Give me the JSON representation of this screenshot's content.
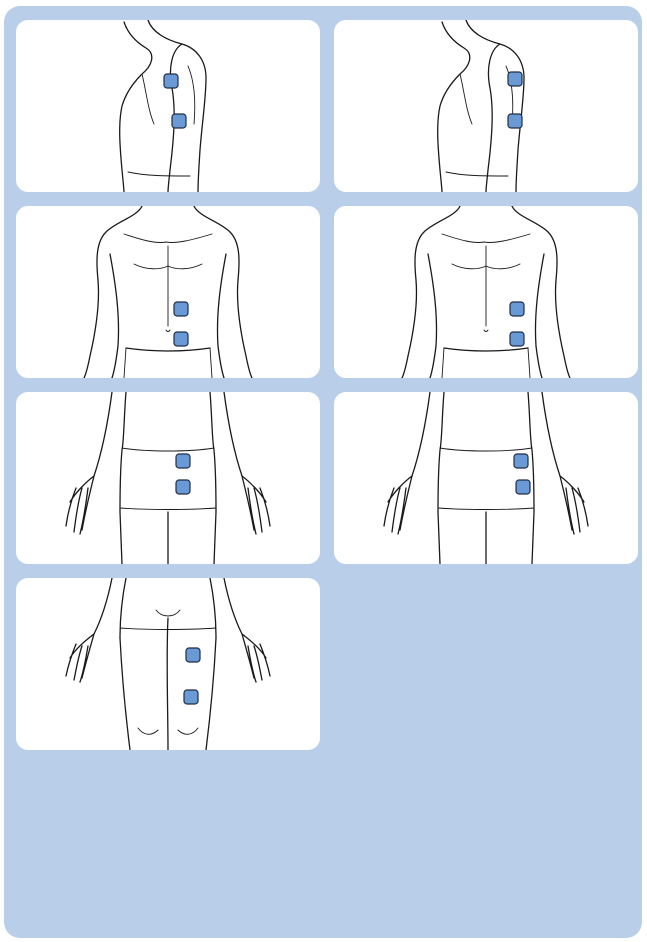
{
  "colors": {
    "background": "#b9cfe9",
    "panel": "#ffffff",
    "electrode_fill": "#6a9ad6",
    "electrode_stroke": "#1f2d44",
    "outline": "#1a1a1a"
  },
  "panels": [
    {
      "view": "upper-arm-side-front",
      "electrodes": 2
    },
    {
      "view": "upper-arm-side-back",
      "electrodes": 2
    },
    {
      "view": "abdomen-left",
      "electrodes": 2
    },
    {
      "view": "abdomen-right",
      "electrodes": 2
    },
    {
      "view": "hip-left",
      "electrodes": 2
    },
    {
      "view": "hip-right",
      "electrodes": 2
    },
    {
      "view": "thigh",
      "electrodes": 2
    }
  ]
}
